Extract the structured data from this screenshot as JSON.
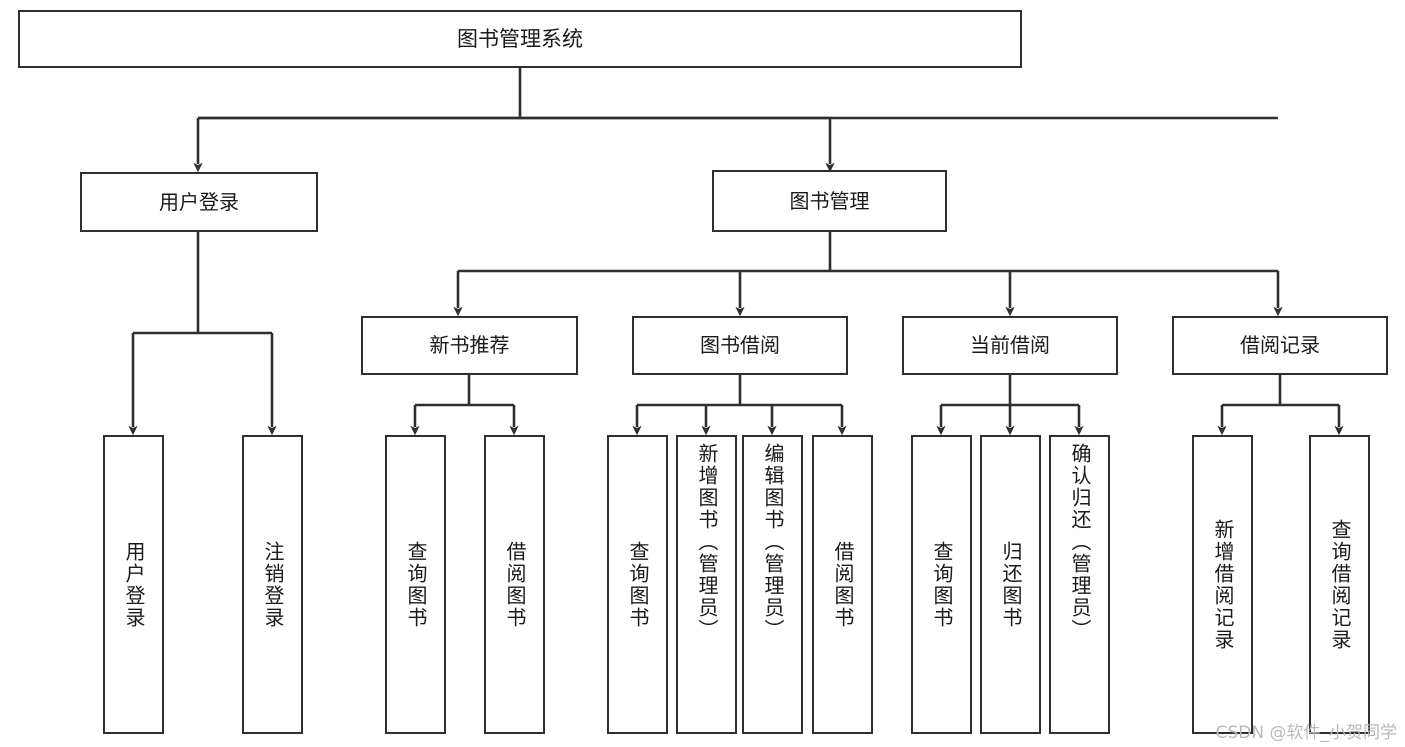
{
  "diagram": {
    "title": "图书管理系统",
    "type": "tree",
    "root": {
      "label": "图书管理系统"
    },
    "level2": [
      {
        "label": "用户登录"
      },
      {
        "label": "图书管理"
      }
    ],
    "level3": [
      {
        "label": "新书推荐"
      },
      {
        "label": "图书借阅"
      },
      {
        "label": "当前借阅"
      },
      {
        "label": "借阅记录"
      }
    ],
    "leaves": {
      "user_login": [
        {
          "label": "用户登录"
        },
        {
          "label": "注销登录"
        }
      ],
      "new_book_recommend": [
        {
          "label": "查询图书"
        },
        {
          "label": "借阅图书"
        }
      ],
      "book_borrow": [
        {
          "label": "查询图书"
        },
        {
          "label": "新增图书（管理员）"
        },
        {
          "label": "编辑图书（管理员）"
        },
        {
          "label": "借阅图书"
        }
      ],
      "current_borrow": [
        {
          "label": "查询图书"
        },
        {
          "label": "归还图书"
        },
        {
          "label": "确认归还（管理员）"
        }
      ],
      "borrow_record": [
        {
          "label": "新增借阅记录"
        },
        {
          "label": "查询借阅记录"
        }
      ]
    }
  },
  "watermark": {
    "text": "CSDN @软件_小贺同学"
  },
  "colors": {
    "stroke": "#2f2f2f",
    "box_fill": "#ffffff",
    "text": "#1a1a1a",
    "watermark": "#b9b9b9"
  }
}
